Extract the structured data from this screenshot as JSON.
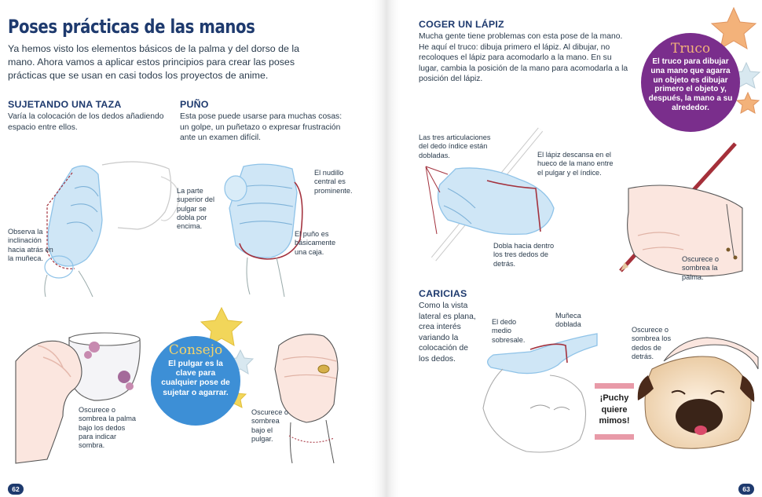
{
  "left": {
    "title": "Poses prácticas de las manos",
    "intro": "Ya hemos visto los elementos básicos de la palma y del dorso de la mano. Ahora vamos a aplicar estos principios para crear las poses prácticas que se usan en casi todos los proyectos de anime.",
    "taza": {
      "heading": "SUJETANDO UNA TAZA",
      "text": "Varía la colocación de los dedos añadiendo espacio entre ellos.",
      "note_inclinacion": "Observa la inclinación hacia atrás en la muñeca.",
      "note_sombra": "Oscurece o sombrea la palma bajo los dedos para indicar sombra."
    },
    "puno": {
      "heading": "PUÑO",
      "text": "Esta pose puede usarse para muchas cosas: un golpe, un puñetazo o expresar frustración ante un examen difícil.",
      "note_pulgar": "La parte superior del pulgar se dobla por encima.",
      "note_nudillo": "El nudillo central es prominente.",
      "note_caja": "El puño es básicamente una caja.",
      "note_sombra": "Oscurece o sombrea bajo el pulgar."
    },
    "consejo": {
      "title": "Consejo",
      "text": "El pulgar es la clave para cualquier pose de sujetar o agarrar."
    },
    "page_number": "62"
  },
  "right": {
    "lapiz": {
      "heading": "COGER UN LÁPIZ",
      "text": "Mucha gente tiene problemas con esta pose de la mano. He aquí el truco: dibuja primero el lápiz. Al dibujar, no recoloques el lápiz para acomodarlo a la mano. En su lugar, cambia la posición de la mano para acomodarla a la posición del lápiz.",
      "note_articulaciones": "Las tres articulaciones del dedo índice están dobladas.",
      "note_descansa": "El lápiz descansa en el hueco de la mano entre el pulgar y el índice.",
      "note_dobla": "Dobla hacia dentro los tres dedos de detrás.",
      "note_palma": "Oscurece o sombrea la palma."
    },
    "truco": {
      "title": "Truco",
      "text": "El truco para dibujar una mano que agarra un objeto es dibujar primero el objeto y, después, la mano a su alrededor."
    },
    "caricias": {
      "heading": "CARICIAS",
      "text": "Como la vista lateral es plana, crea interés variando la colocación de los dedos.",
      "note_medio": "El dedo medio sobresale.",
      "note_muneca": "Muñeca doblada",
      "note_dedos": "Oscurece o sombrea los dedos de detrás.",
      "puchy": "¡Puchy quiere mimos!"
    },
    "page_number": "63"
  },
  "colors": {
    "heading": "#1e3a6e",
    "consejo_bubble": "#3d8fd6",
    "consejo_title": "#f3d36b",
    "truco_bubble": "#7a2e8c",
    "truco_title": "#f3b27a",
    "construction_blue": "#8fc3e8",
    "construction_red": "#a3323e"
  }
}
